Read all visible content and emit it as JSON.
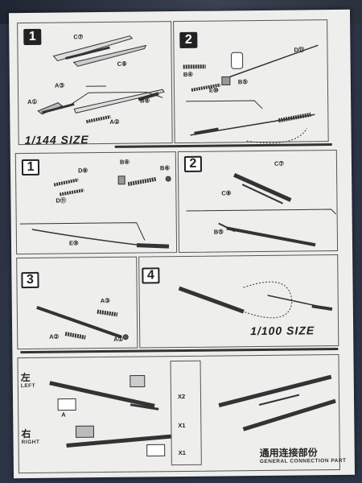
{
  "sheet": {
    "section_a": {
      "size_title": "1/144 SIZE",
      "step1": {
        "number": "1",
        "labels": {
          "c7": "C⑦",
          "c8": "C⑧",
          "a3": "A③",
          "a1": "A①",
          "a2": "A②",
          "b6": "B⑥"
        }
      },
      "step2": {
        "number": "2",
        "labels": {
          "d13": "D⑬",
          "b4": "B④",
          "b5": "B⑤",
          "e10": "E⑩"
        }
      }
    },
    "section_b": {
      "size_title": "1/100 SIZE",
      "step1": {
        "number": "1",
        "labels": {
          "d8": "D⑧",
          "d11": "D⑪",
          "b4": "B④",
          "b6": "B⑥",
          "e9": "E⑨"
        }
      },
      "step2": {
        "number": "2",
        "labels": {
          "c7": "C⑦",
          "c8": "C⑧",
          "b5": "B⑤"
        }
      },
      "step3": {
        "number": "3",
        "labels": {
          "a3": "A③",
          "a2": "A②",
          "a1": "A①"
        }
      },
      "step4": {
        "number": "4"
      }
    },
    "section_c": {
      "left_cjk": "左",
      "left_en": "LEFT",
      "right_cjk": "右",
      "right_en": "RIGHT",
      "counts": [
        "X2",
        "X1",
        "X1"
      ],
      "part_letter": "A",
      "title_cjk": "通用连接部份",
      "title_en": "GENERAL CONNECTION PART"
    }
  }
}
